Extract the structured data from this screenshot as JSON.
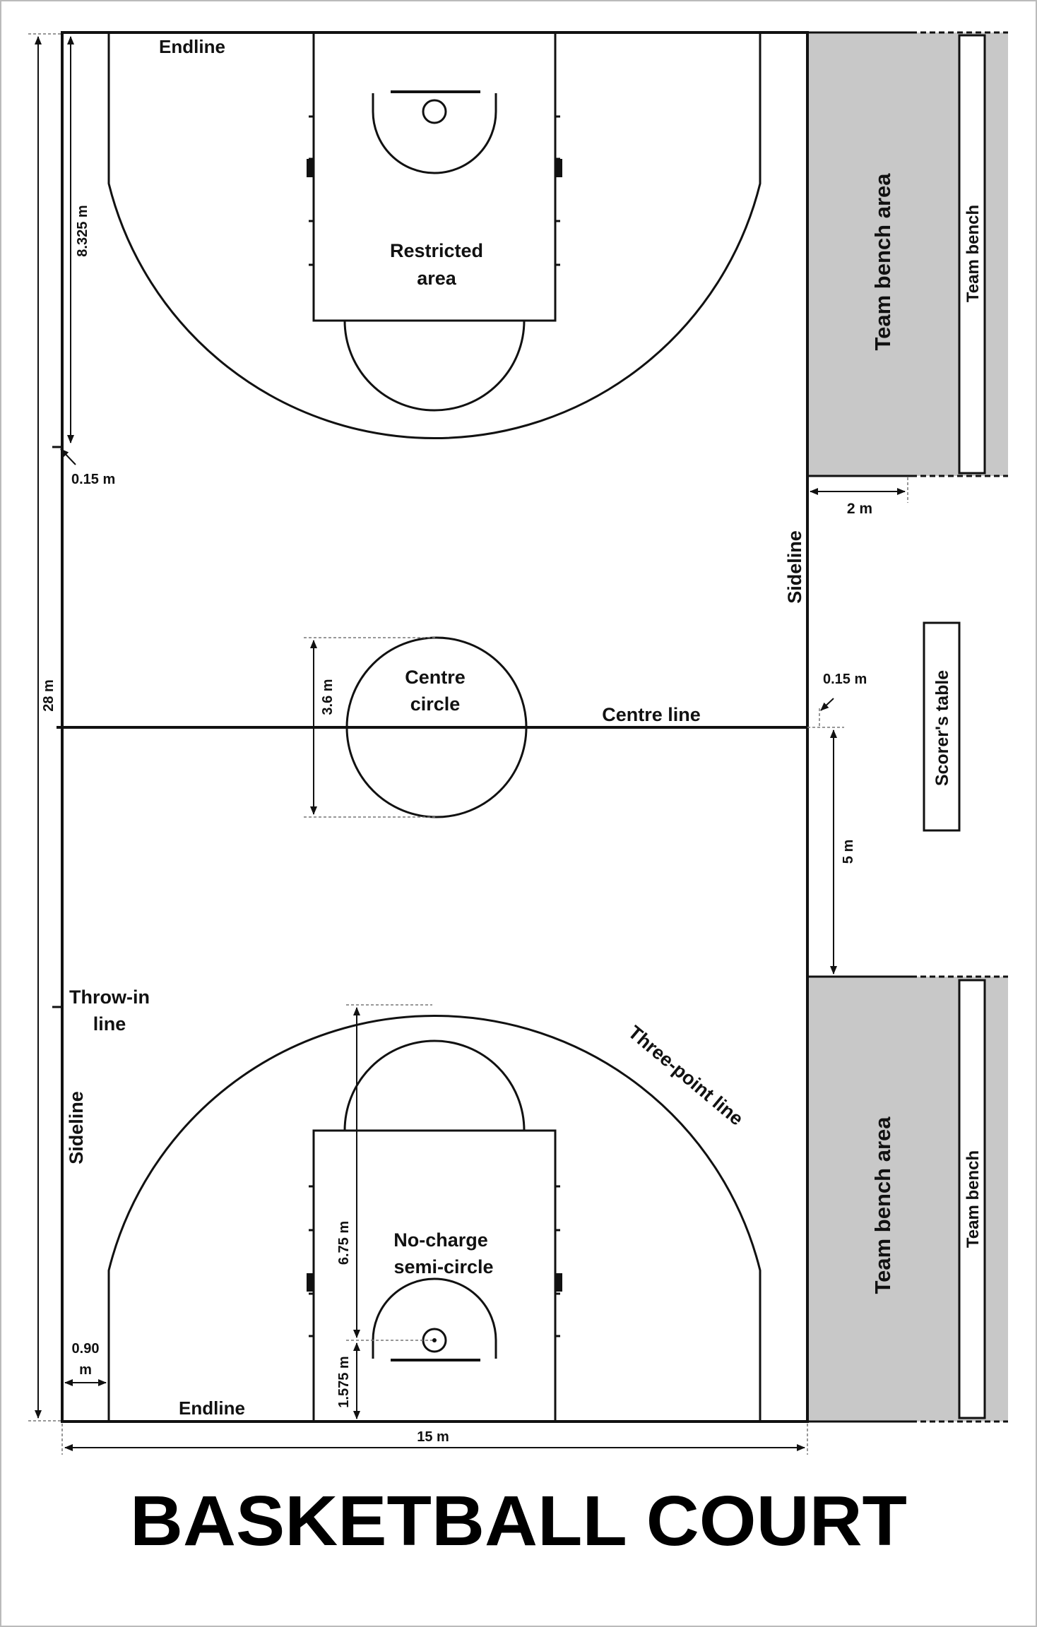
{
  "title": "BASKETBALL COURT",
  "colors": {
    "line": "#111111",
    "bench_fill": "#c8c8c8",
    "page_border": "#bbbbbb",
    "background": "#ffffff"
  },
  "labels": {
    "endline_top": "Endline",
    "endline_bottom": "Endline",
    "restricted_line1": "Restricted",
    "restricted_line2": "area",
    "centre_circle_line1": "Centre",
    "centre_circle_line2": "circle",
    "centre_line": "Centre line",
    "sideline_right": "Sideline",
    "sideline_left": "Sideline",
    "throw_in_line1": "Throw-in",
    "throw_in_line2": "line",
    "three_point_line": "Three-point line",
    "no_charge_line1": "No-charge",
    "no_charge_line2": "semi-circle",
    "team_bench_area_top": "Team bench area",
    "team_bench_area_bottom": "Team bench area",
    "team_bench_top": "Team bench",
    "team_bench_bottom": "Team bench",
    "scorers_table": "Scorer's table"
  },
  "dimensions": {
    "length": "28 m",
    "width": "15 m",
    "three_point_from_top": "8.325 m",
    "line_width_top": "0.15 m",
    "line_width_centre": "0.15 m",
    "bench_depth": "2 m",
    "centre_circle_diameter": "3.6 m",
    "table_offset": "5 m",
    "three_point_radius": "6.75 m",
    "basket_offset": "1.575 m",
    "corner_three_line1": "0.90",
    "corner_three_line2": "m"
  }
}
